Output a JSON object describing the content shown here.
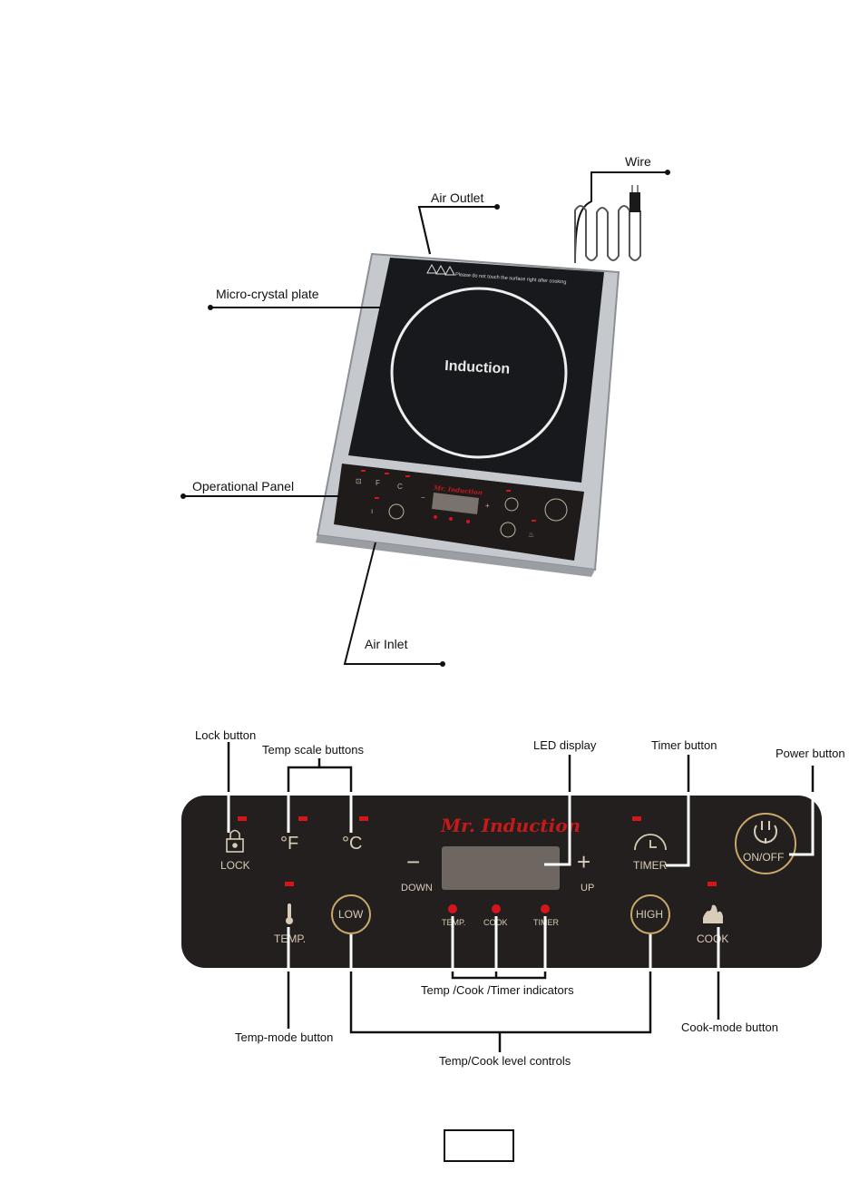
{
  "top_diagram": {
    "callouts": {
      "wire": "Wire",
      "air_outlet": "Air  Outlet",
      "micro_crystal_plate": "Micro-crystal plate",
      "operational_panel": "Operational Panel",
      "air_inlet": "Air  Inlet"
    },
    "cooktop": {
      "warning_text": "Please do not touch the surface right after cooking",
      "induction_label": "Induction",
      "panel_brand": "Mr. Induction"
    }
  },
  "panel_diagram": {
    "brand": "Mr. Induction",
    "controls": {
      "lock": "LOCK",
      "fahrenheit": "°F",
      "celsius": "°C",
      "down_symbol": "−",
      "down": "DOWN",
      "up_symbol": "+",
      "up": "UP",
      "timer": "TIMER",
      "on_off": "ON/OFF",
      "temp": "TEMP.",
      "low": "LOW",
      "high": "HIGH",
      "cook": "COOK",
      "ind_temp": "TEMP.",
      "ind_cook": "COOK",
      "ind_timer": "TIMER"
    },
    "callouts": {
      "lock_button": "Lock button",
      "temp_scale_buttons": "Temp scale buttons",
      "led_display": "LED display",
      "timer_button": "Timer button",
      "power_button": "Power button",
      "temp_mode_button": "Temp-mode button",
      "indicators": "Temp /Cook /Timer indicators",
      "cook_mode_button": "Cook-mode button",
      "level_controls": "Temp/Cook level controls"
    }
  },
  "page_number": "",
  "colors": {
    "panel_bg": "#231f1e",
    "led_red": "#d4161b",
    "brand_red": "#c41a1a",
    "label_cream": "#d9ccb8",
    "display_bg": "#6e6660"
  }
}
